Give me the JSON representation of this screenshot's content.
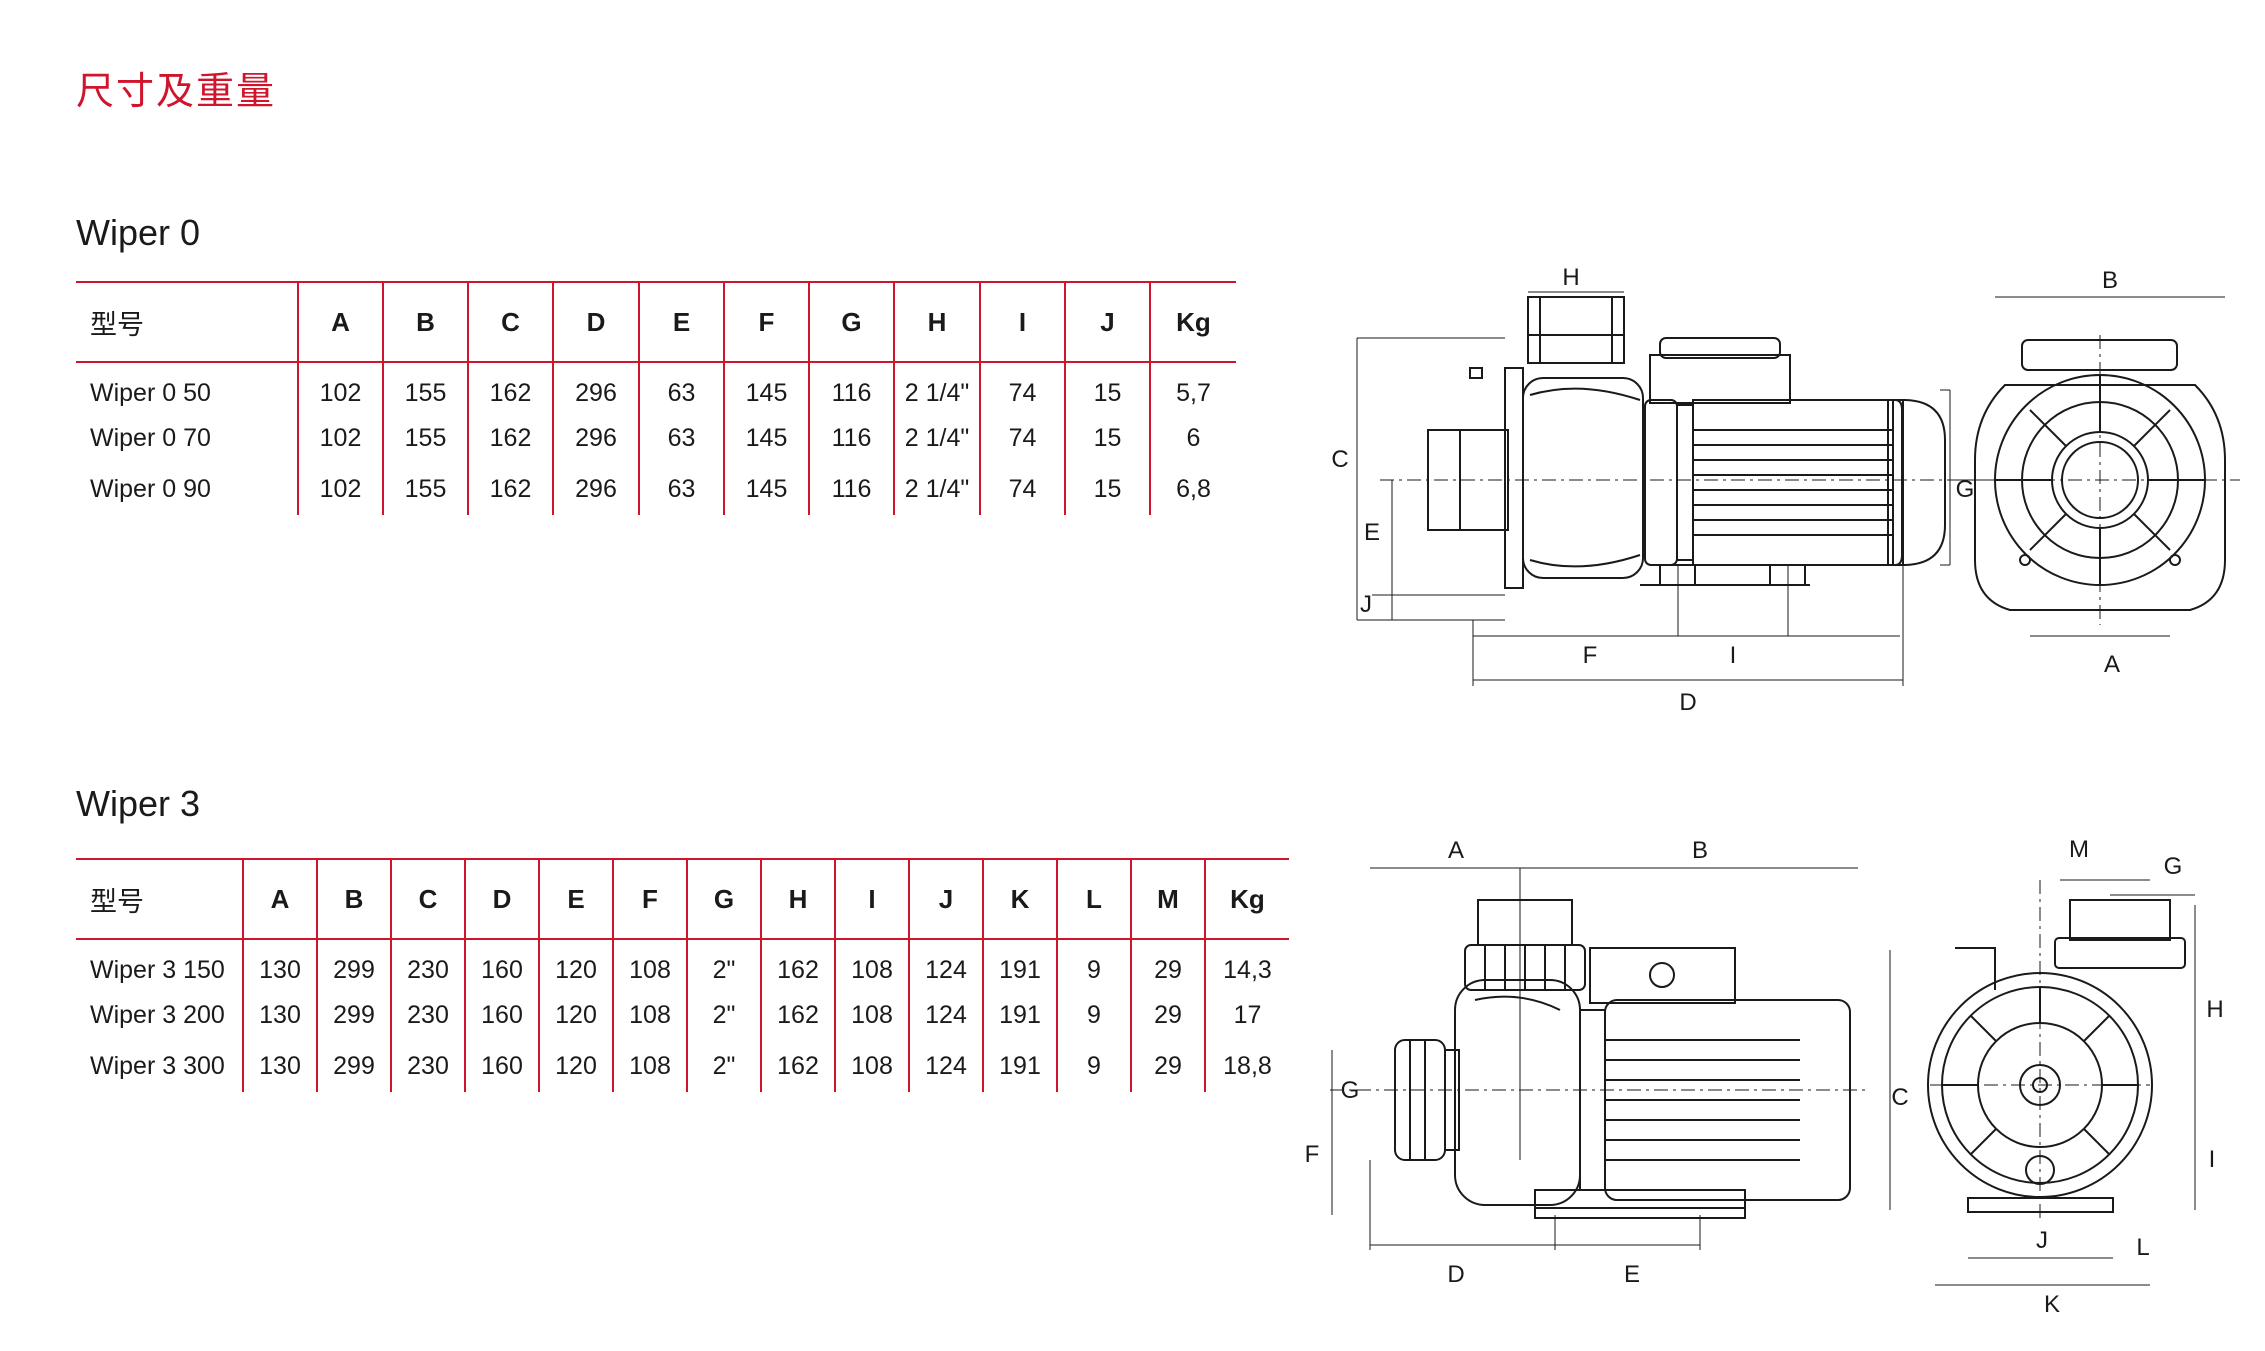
{
  "page": {
    "title": "尺寸及重量"
  },
  "wiper0": {
    "title": "Wiper 0",
    "headers": [
      "型号",
      "A",
      "B",
      "C",
      "D",
      "E",
      "F",
      "G",
      "H",
      "I",
      "J",
      "Kg"
    ],
    "rows": [
      [
        "Wiper 0 50",
        "102",
        "155",
        "162",
        "296",
        "63",
        "145",
        "116",
        "2 1/4\"",
        "74",
        "15",
        "5,7"
      ],
      [
        "Wiper 0 70",
        "102",
        "155",
        "162",
        "296",
        "63",
        "145",
        "116",
        "2 1/4\"",
        "74",
        "15",
        "6"
      ],
      [
        "Wiper 0 90",
        "102",
        "155",
        "162",
        "296",
        "63",
        "145",
        "116",
        "2 1/4\"",
        "74",
        "15",
        "6,8"
      ]
    ],
    "side_view_labels": {
      "h": "H",
      "c": "C",
      "e": "E",
      "j": "J",
      "g": "G",
      "f": "F",
      "i": "I",
      "d": "D"
    },
    "front_view_labels": {
      "b": "B",
      "a": "A"
    }
  },
  "wiper3": {
    "title": "Wiper 3",
    "headers": [
      "型号",
      "A",
      "B",
      "C",
      "D",
      "E",
      "F",
      "G",
      "H",
      "I",
      "J",
      "K",
      "L",
      "M",
      "Kg"
    ],
    "rows": [
      [
        "Wiper 3 150",
        "130",
        "299",
        "230",
        "160",
        "120",
        "108",
        "2\"",
        "162",
        "108",
        "124",
        "191",
        "9",
        "29",
        "14,3"
      ],
      [
        "Wiper 3 200",
        "130",
        "299",
        "230",
        "160",
        "120",
        "108",
        "2\"",
        "162",
        "108",
        "124",
        "191",
        "9",
        "29",
        "17"
      ],
      [
        "Wiper 3 300",
        "130",
        "299",
        "230",
        "160",
        "120",
        "108",
        "2\"",
        "162",
        "108",
        "124",
        "191",
        "9",
        "29",
        "18,8"
      ]
    ],
    "side_view_labels": {
      "a": "A",
      "b": "B",
      "g": "G",
      "c": "C",
      "f": "F",
      "d": "D",
      "e": "E"
    },
    "front_view_labels": {
      "m": "M",
      "g": "G",
      "h": "H",
      "i": "I",
      "j": "J",
      "l": "L",
      "k": "K"
    }
  },
  "colors": {
    "accent": "#d0142c",
    "text": "#1a1a1a",
    "line": "#1a1a1a"
  }
}
